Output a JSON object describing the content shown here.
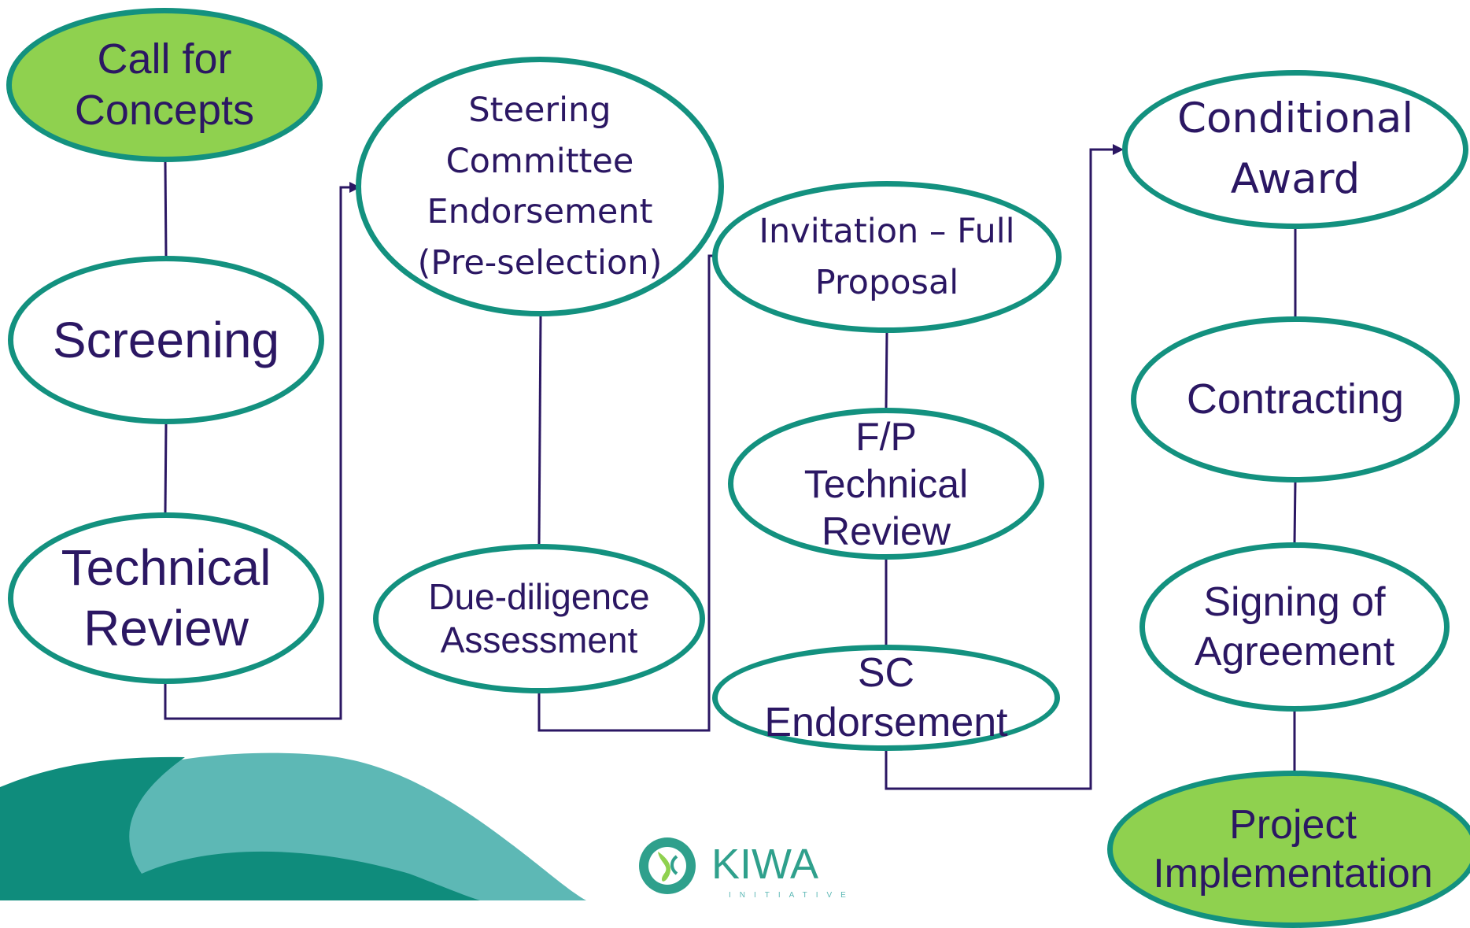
{
  "nodes": {
    "call_for_concepts": "Call for\nConcepts",
    "screening": "Screening",
    "technical_review": "Technical\nReview",
    "steering_committee": "Steering\nCommittee\nEndorsement\n(Pre-selection)",
    "due_diligence": "Due-diligence\nAssessment",
    "invitation_full_proposal": "Invitation – Full\nProposal",
    "fp_technical_review": "F/P\nTechnical\nReview",
    "sc_endorsement": "SC\nEndorsement",
    "conditional_award": "Conditional\nAward",
    "contracting": "Contracting",
    "signing_of_agreement": "Signing of\nAgreement",
    "project_implementation": "Project\nImplementation"
  },
  "logo": {
    "name": "KIWA",
    "tagline": "INITIATIVE"
  },
  "colors": {
    "node_border": "#13917f",
    "node_text": "#2b1763",
    "highlight_fill": "#8fd14f",
    "connector": "#2b1763",
    "wave_dark": "#0f8c7c",
    "wave_light": "#5db8b5"
  }
}
